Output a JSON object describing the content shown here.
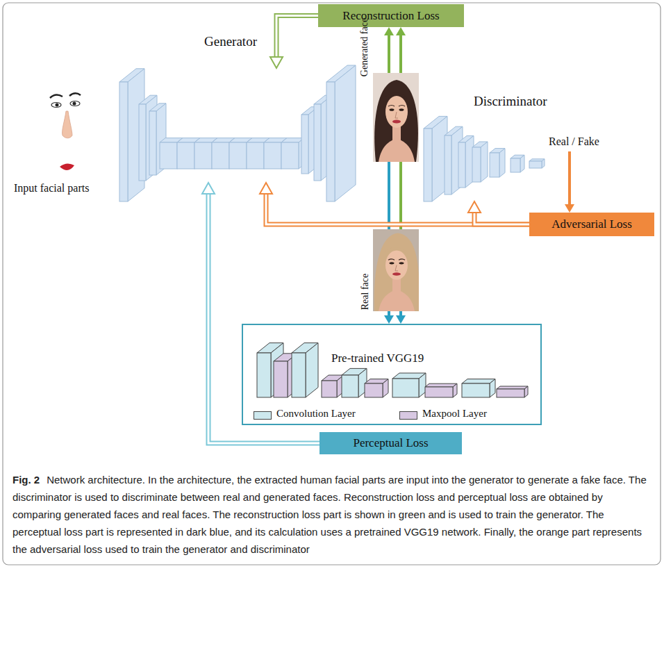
{
  "diagram": {
    "caption": "Network architecture. In the architecture, the extracted human facial parts are input into the generator to generate a fake face. The discriminator is used to discriminate between real and generated faces. Reconstruction loss and perceptual loss are obtained by comparing generated faces and real faces. The reconstruction loss part is shown in green and is used to train the generator. The perceptual loss part is represented in dark blue, and its calculation uses a pretrained VGG19 network. Finally, the orange part represents the adversarial loss used to train the generator and discriminator",
    "nodes": [
      {
        "text": [
          "Reconstruction Loss"
        ]
      },
      {
        "text": [
          "Generator"
        ]
      },
      {
        "text": [
          "Generated face"
        ]
      },
      {
        "text": [
          "Discriminator"
        ]
      },
      {
        "text": [
          "Real face"
        ]
      },
      {
        "text": [
          "Adversarial Loss"
        ]
      },
      {
        "text": [
          "Pre-trained VGG19"
        ]
      },
      {
        "text": [
          "Perceptual Loss"
        ]
      }
    ],
    "edges": [
      {
        "from": 0,
        "to": 1,
        "arrow": "to"
      },
      {
        "from": 2,
        "to": 0,
        "arrow": "to"
      },
      {
        "from": 4,
        "to": 0,
        "arrow": "to"
      },
      {
        "from": 2,
        "to": 6,
        "arrow": "to"
      },
      {
        "from": 4,
        "to": 6,
        "arrow": "to"
      },
      {
        "from": 5,
        "to": 1,
        "arrow": "to"
      },
      {
        "from": 5,
        "to": 3,
        "arrow": "to"
      },
      {
        "from": 7,
        "to": 1,
        "arrow": "to"
      }
    ],
    "labels": [
      "Input facial parts",
      "Real / Fake",
      "Fig. 2"
    ],
    "legend": [
      {
        "text": "Convolution Layer",
        "color": "#cde8ee"
      },
      {
        "text": "Maxpool Layer",
        "color": "#d8c8e2"
      }
    ]
  }
}
